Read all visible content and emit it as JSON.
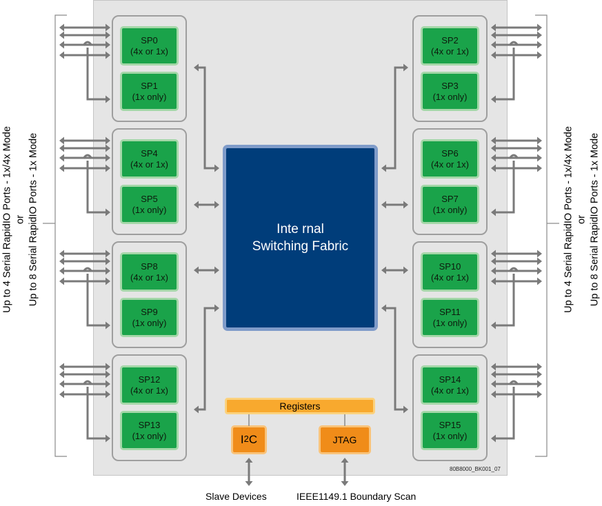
{
  "ports": [
    {
      "name": "SP0",
      "mode": "(4x or 1x)"
    },
    {
      "name": "SP1",
      "mode": "(1x only)"
    },
    {
      "name": "SP2",
      "mode": "(4x or 1x)"
    },
    {
      "name": "SP3",
      "mode": "(1x only)"
    },
    {
      "name": "SP4",
      "mode": "(4x or 1x)"
    },
    {
      "name": "SP5",
      "mode": "(1x only)"
    },
    {
      "name": "SP6",
      "mode": "(4x or 1x)"
    },
    {
      "name": "SP7",
      "mode": "(1x only)"
    },
    {
      "name": "SP8",
      "mode": "(4x or 1x)"
    },
    {
      "name": "SP9",
      "mode": "(1x only)"
    },
    {
      "name": "SP10",
      "mode": "(4x or 1x)"
    },
    {
      "name": "SP11",
      "mode": "(1x only)"
    },
    {
      "name": "SP12",
      "mode": "(4x or 1x)"
    },
    {
      "name": "SP13",
      "mode": "(1x only)"
    },
    {
      "name": "SP14",
      "mode": "(4x or 1x)"
    },
    {
      "name": "SP15",
      "mode": "(1x only)"
    }
  ],
  "fabric": {
    "line1": "Inte rnal",
    "line2": "Switching Fabric"
  },
  "registers": "Registers",
  "i2c": {
    "main": "I",
    "sup": "2",
    "tail": "C"
  },
  "jtag": "JTAG",
  "side_label": {
    "line1": "Up to 4 Serial RapidIO Ports - 1x/4x Mode",
    "line2": "or",
    "line3": "Up to 8 Serial RapidIO Ports - 1x Mode"
  },
  "bottom": {
    "slave": "Slave Devices",
    "boundary": "IEEE1149.1 Boundary Scan"
  },
  "doc_code": "80B8000_BK001_07",
  "colors": {
    "port_fill": "#1aa34a",
    "fabric_fill": "#003d7a",
    "orange": "#f08c19",
    "arrow": "#7a7a7a"
  }
}
